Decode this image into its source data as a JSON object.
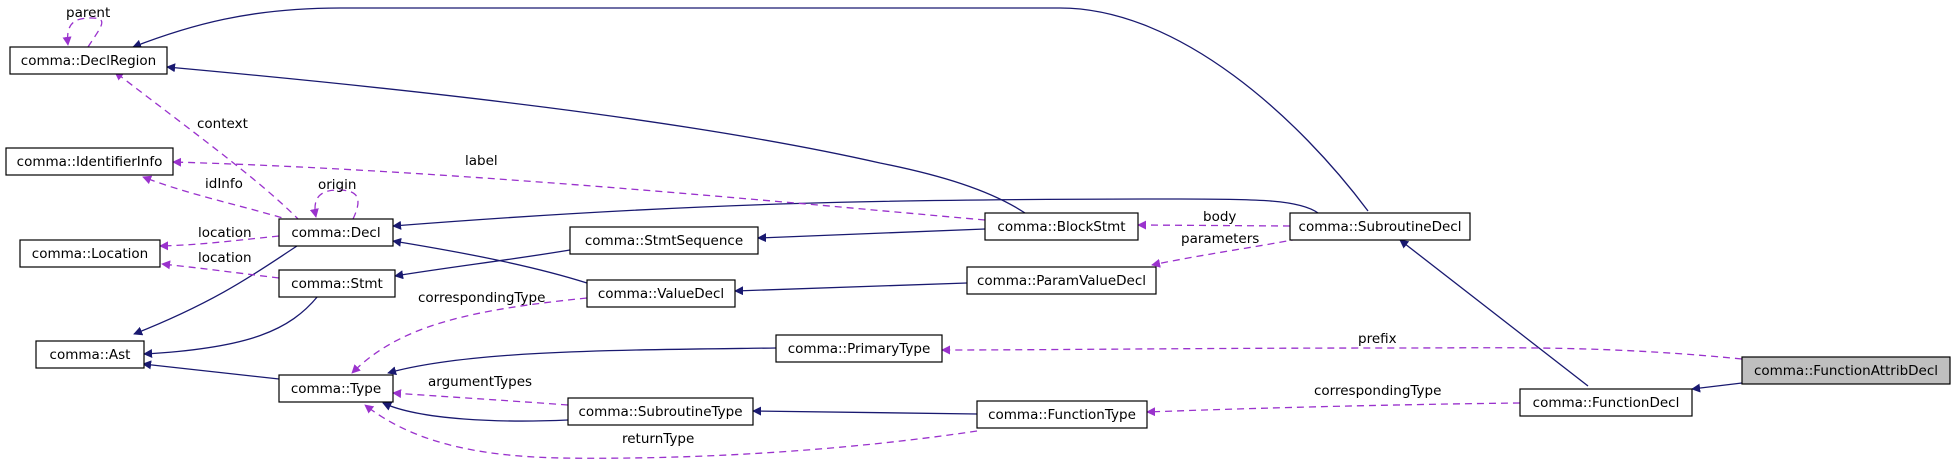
{
  "nodes": {
    "declregion": "comma::DeclRegion",
    "identifierinfo": "comma::IdentifierInfo",
    "decl": "comma::Decl",
    "location": "comma::Location",
    "stmt": "comma::Stmt",
    "ast": "comma::Ast",
    "type": "comma::Type",
    "stmtsequence": "comma::StmtSequence",
    "valuedecl": "comma::ValueDecl",
    "primarytype": "comma::PrimaryType",
    "subroutinetype": "comma::SubroutineType",
    "blockstmt": "comma::BlockStmt",
    "paramvaluedecl": "comma::ParamValueDecl",
    "functiontype": "comma::FunctionType",
    "subroutinedecl": "comma::SubroutineDecl",
    "functiondecl": "comma::FunctionDecl",
    "functionattribdecl": "comma::FunctionAttribDecl"
  },
  "labels": {
    "parent": "parent",
    "context": "context",
    "label": "label",
    "idinfo": "idInfo",
    "origin": "origin",
    "location1": "location",
    "location2": "location",
    "body": "body",
    "parameters": "parameters",
    "correspondingtype1": "correspondingType",
    "correspondingtype2": "correspondingType",
    "prefix": "prefix",
    "argumenttypes": "argumentTypes",
    "returntype": "returnType"
  },
  "colors": {
    "inheritance_edge": "#191970",
    "member_edge": "#9a32cd",
    "highlight_fill": "#bfbfbf"
  }
}
